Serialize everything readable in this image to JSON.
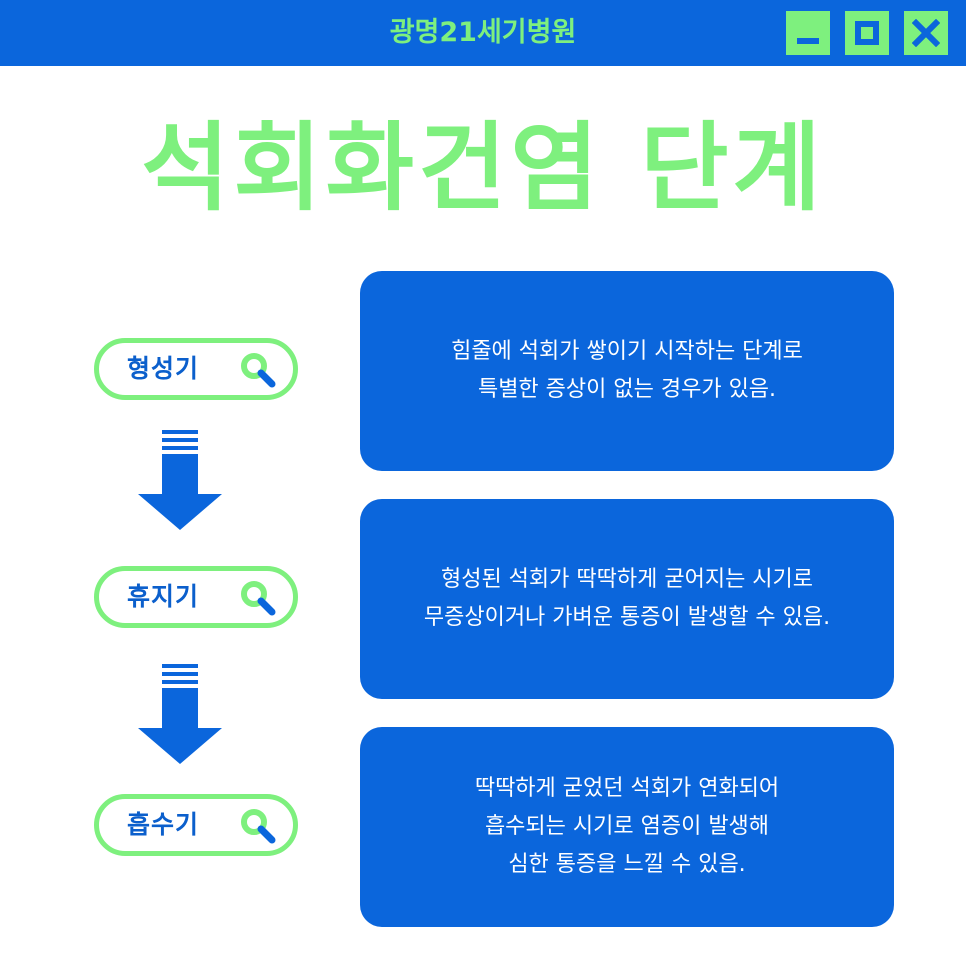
{
  "window": {
    "title": "광명21세기병원",
    "controls": [
      "minimize-icon",
      "maximize-icon",
      "close-icon"
    ]
  },
  "heading": "석회화건염 단계",
  "colors": {
    "brand_blue": "#0b66dc",
    "accent_green": "#7ef07e",
    "label_blue": "#0b5fcc",
    "white": "#ffffff"
  },
  "stages": [
    {
      "label": "형성기",
      "icon": "search-icon",
      "description": [
        "힘줄에 석회가 쌓이기 시작하는 단계로",
        "특별한 증상이 없는 경우가 있음."
      ]
    },
    {
      "label": "휴지기",
      "icon": "search-icon",
      "description": [
        "형성된 석회가 딱딱하게 굳어지는 시기로",
        "무증상이거나 가벼운 통증이 발생할 수 있음."
      ]
    },
    {
      "label": "흡수기",
      "icon": "search-icon",
      "description": [
        "딱딱하게 굳었던 석회가 연화되어",
        "흡수되는 시기로 염증이 발생해",
        "심한 통증을 느낄 수 있음."
      ]
    }
  ]
}
